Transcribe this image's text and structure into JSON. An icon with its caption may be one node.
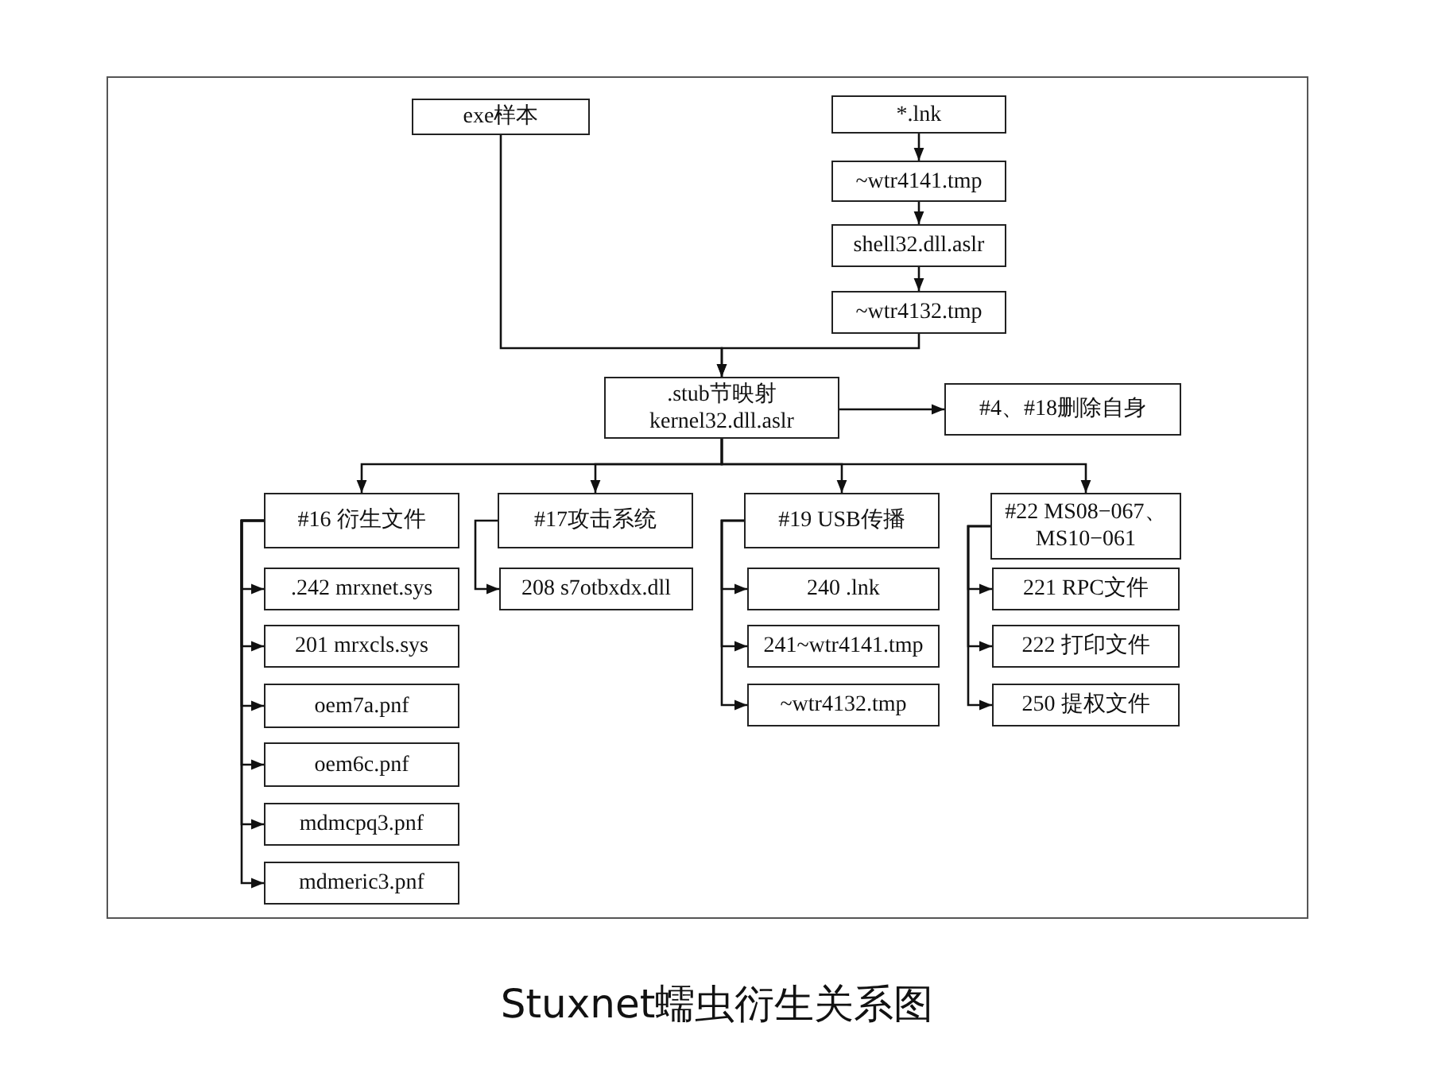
{
  "diagram": {
    "caption": "Stuxnet蠕虫衍生关系图",
    "nodes": [
      {
        "text": [
          "exe样本"
        ]
      },
      {
        "text": [
          "*.lnk"
        ]
      },
      {
        "text": [
          "~wtr4141.tmp"
        ]
      },
      {
        "text": [
          "shell32.dll.aslr"
        ]
      },
      {
        "text": [
          "~wtr4132.tmp"
        ]
      },
      {
        "text": [
          ".stub节映射 kernel32.dll.aslr"
        ]
      },
      {
        "text": [
          "#4、#18删除自身"
        ]
      },
      {
        "text": [
          "#16 衍生文件"
        ]
      },
      {
        "text": [
          "#17攻击系统"
        ]
      },
      {
        "text": [
          "#19 USB传播"
        ]
      },
      {
        "text": [
          "#22 MS08−067、 MS10−061"
        ]
      },
      {
        "text": [
          ".242 mrxnet.sys"
        ]
      },
      {
        "text": [
          "201 mrxcls.sys"
        ]
      },
      {
        "text": [
          "oem7a.pnf"
        ]
      },
      {
        "text": [
          "oem6c.pnf"
        ]
      },
      {
        "text": [
          "mdmcpq3.pnf"
        ]
      },
      {
        "text": [
          "mdmeric3.pnf"
        ]
      },
      {
        "text": [
          "208 s7otbxdx.dll"
        ]
      },
      {
        "text": [
          "240 .lnk"
        ]
      },
      {
        "text": [
          "241~wtr4141.tmp"
        ]
      },
      {
        "text": [
          "~wtr4132.tmp"
        ]
      },
      {
        "text": [
          "221 RPC文件"
        ]
      },
      {
        "text": [
          "222 打印文件"
        ]
      },
      {
        "text": [
          "250 提权文件"
        ]
      }
    ],
    "edges": [
      {
        "from": 1,
        "to": 2,
        "arrow": "to"
      },
      {
        "from": 2,
        "to": 3,
        "arrow": "to"
      },
      {
        "from": 3,
        "to": 4,
        "arrow": "to"
      },
      {
        "from": 0,
        "to": 5,
        "arrow": "to"
      },
      {
        "from": 4,
        "to": 5,
        "arrow": "to"
      },
      {
        "from": 5,
        "to": 6,
        "arrow": "to"
      },
      {
        "from": 5,
        "to": 7,
        "arrow": "to"
      },
      {
        "from": 5,
        "to": 8,
        "arrow": "to"
      },
      {
        "from": 5,
        "to": 9,
        "arrow": "to"
      },
      {
        "from": 5,
        "to": 10,
        "arrow": "to"
      },
      {
        "from": 7,
        "to": 11,
        "arrow": "to"
      },
      {
        "from": 7,
        "to": 12,
        "arrow": "to"
      },
      {
        "from": 7,
        "to": 13,
        "arrow": "to"
      },
      {
        "from": 7,
        "to": 14,
        "arrow": "to"
      },
      {
        "from": 7,
        "to": 15,
        "arrow": "to"
      },
      {
        "from": 7,
        "to": 16,
        "arrow": "to"
      },
      {
        "from": 8,
        "to": 17,
        "arrow": "to"
      },
      {
        "from": 9,
        "to": 18,
        "arrow": "to"
      },
      {
        "from": 9,
        "to": 19,
        "arrow": "to"
      },
      {
        "from": 9,
        "to": 20,
        "arrow": "to"
      },
      {
        "from": 10,
        "to": 21,
        "arrow": "to"
      },
      {
        "from": 10,
        "to": 22,
        "arrow": "to"
      },
      {
        "from": 10,
        "to": 23,
        "arrow": "to"
      }
    ]
  }
}
